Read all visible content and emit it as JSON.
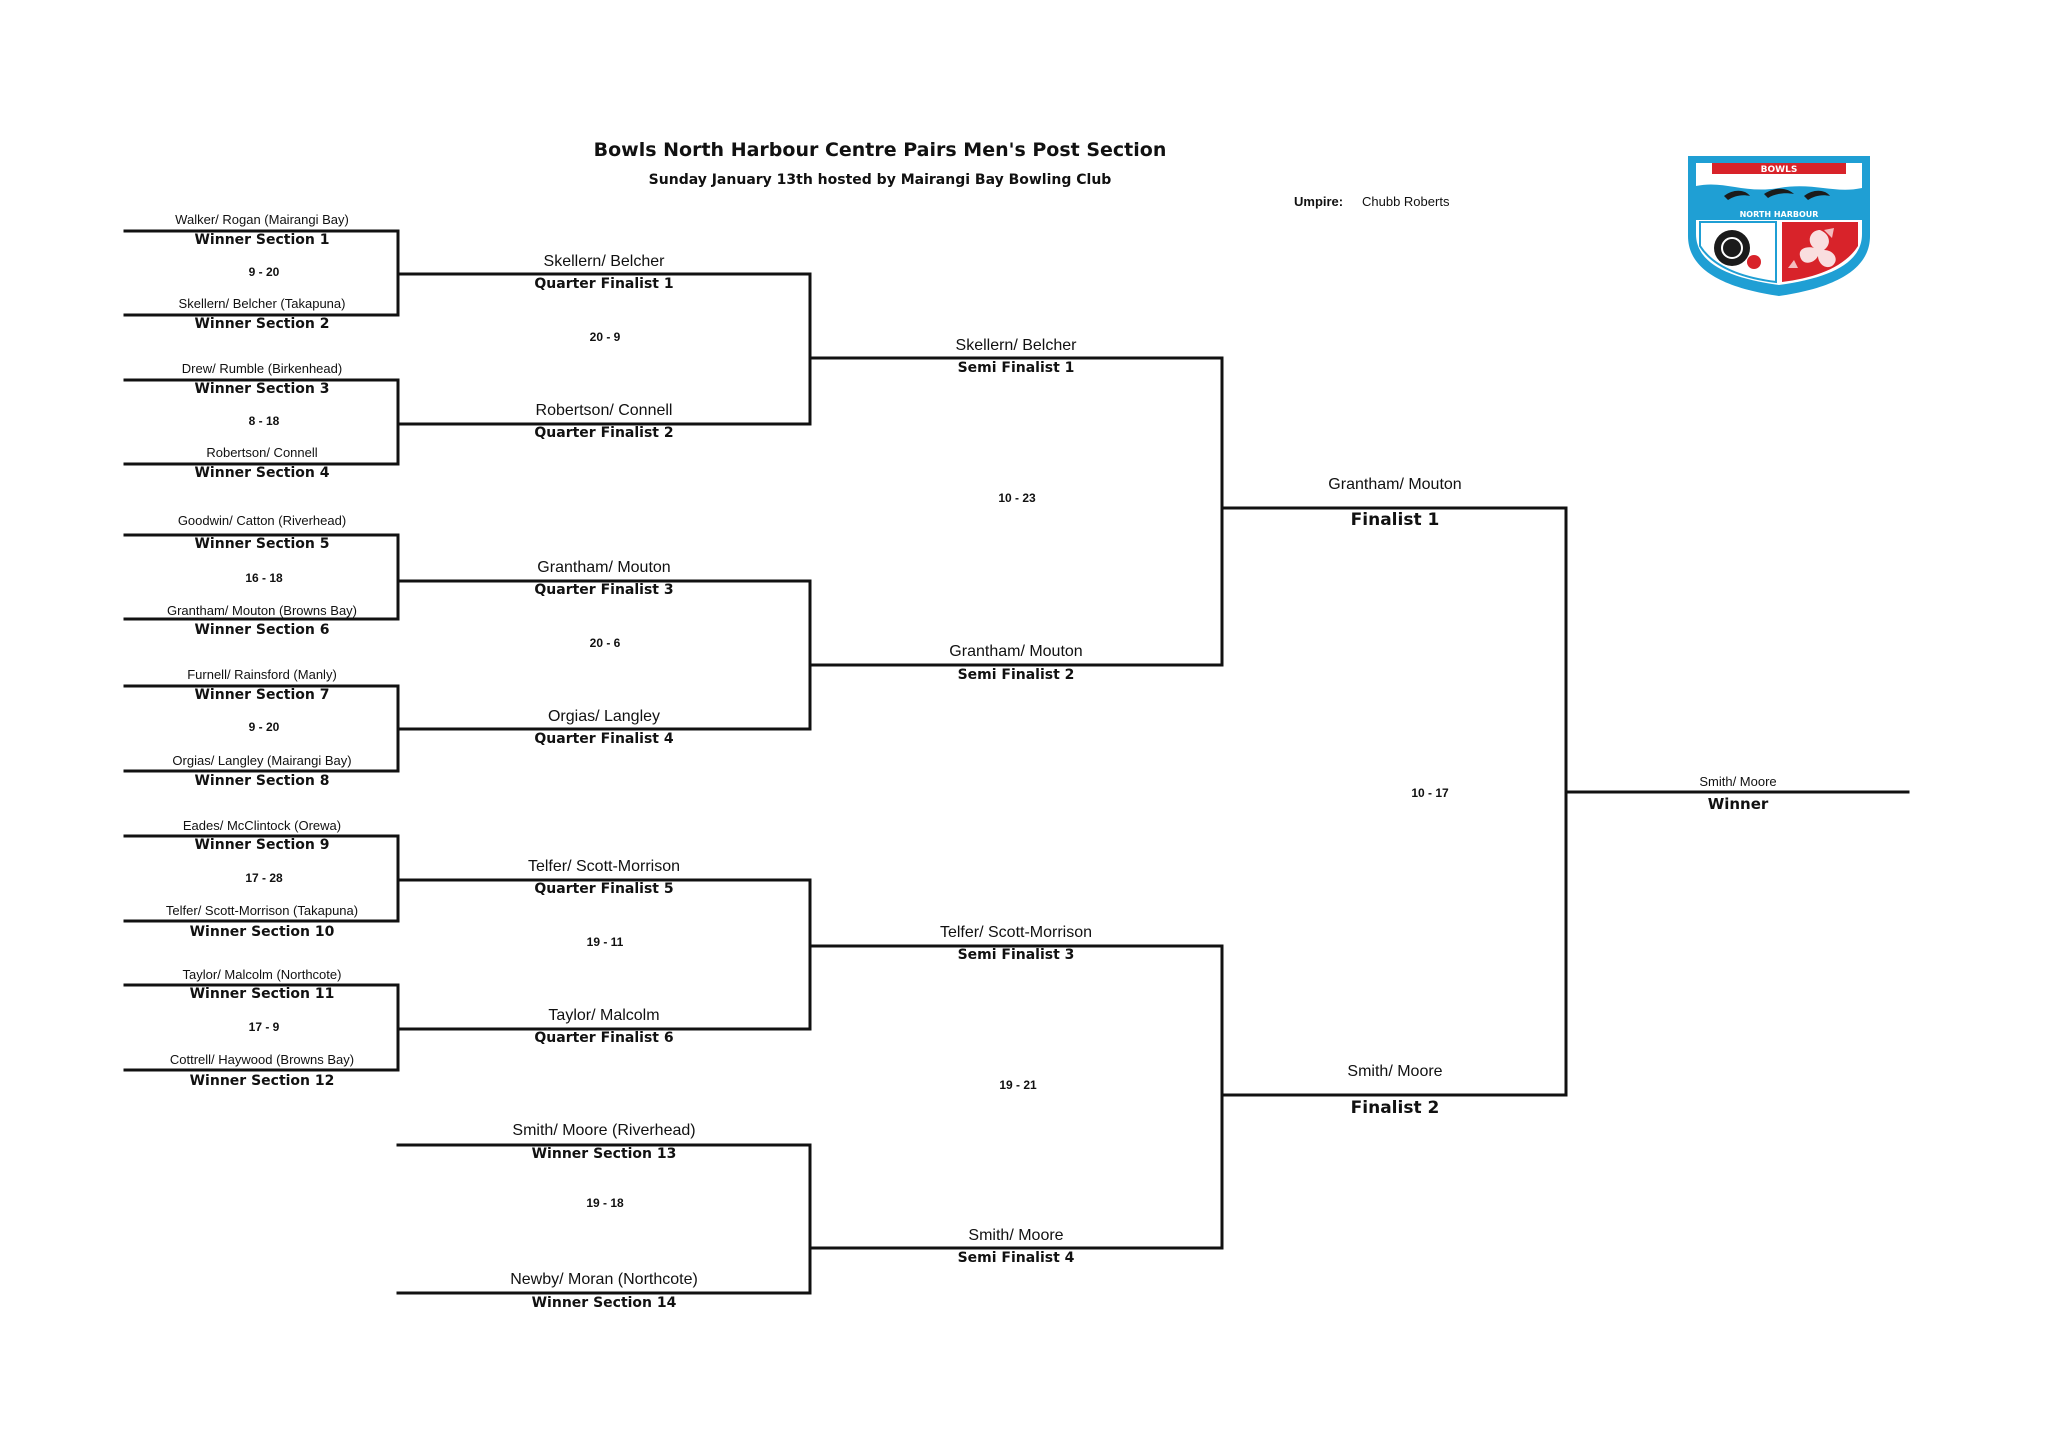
{
  "header": {
    "title": "Bowls North Harbour Centre Pairs Men's Post Section",
    "subtitle": "Sunday January 13th hosted by Mairangi Bay Bowling Club",
    "umpire_label": "Umpire:",
    "umpire_name": "Chubb Roberts"
  },
  "logo": {
    "banner": "BOWLS",
    "band": "NORTH HARBOUR",
    "colors": {
      "frame": "#1f9fd4",
      "red": "#d8232a",
      "dark": "#1b1b1b"
    }
  },
  "sections": [
    {
      "team": "Walker/ Rogan (Mairangi Bay)",
      "label": "Winner Section 1"
    },
    {
      "team": "Skellern/ Belcher (Takapuna)",
      "label": "Winner Section 2"
    },
    {
      "team": "Drew/ Rumble (Birkenhead)",
      "label": "Winner Section 3"
    },
    {
      "team": "Robertson/ Connell",
      "label": "Winner Section 4"
    },
    {
      "team": "Goodwin/ Catton (Riverhead)",
      "label": "Winner Section 5"
    },
    {
      "team": "Grantham/ Mouton (Browns Bay)",
      "label": "Winner Section 6"
    },
    {
      "team": "Furnell/ Rainsford (Manly)",
      "label": "Winner Section 7"
    },
    {
      "team": "Orgias/ Langley (Mairangi Bay)",
      "label": "Winner Section 8"
    },
    {
      "team": "Eades/ McClintock (Orewa)",
      "label": "Winner Section 9"
    },
    {
      "team": "Telfer/ Scott-Morrison (Takapuna)",
      "label": "Winner Section 10"
    },
    {
      "team": "Taylor/ Malcolm (Northcote)",
      "label": "Winner Section 11"
    },
    {
      "team": "Cottrell/ Haywood (Browns Bay)",
      "label": "Winner Section 12"
    },
    {
      "team": "Smith/ Moore (Riverhead)",
      "label": "Winner Section 13"
    },
    {
      "team": "Newby/ Moran (Northcote)",
      "label": "Winner Section 14"
    }
  ],
  "section_scores": [
    "9 - 20",
    "8 - 18",
    "16 - 18",
    "9 - 20",
    "17 - 28",
    "17 - 9",
    "19 - 18"
  ],
  "quarter_finals": [
    {
      "team": "Skellern/ Belcher",
      "label": "Quarter Finalist 1"
    },
    {
      "team": "Robertson/ Connell",
      "label": "Quarter Finalist 2"
    },
    {
      "team": "Grantham/ Mouton",
      "label": "Quarter Finalist 3"
    },
    {
      "team": "Orgias/ Langley",
      "label": "Quarter Finalist 4"
    },
    {
      "team": "Telfer/ Scott-Morrison",
      "label": "Quarter Finalist 5"
    },
    {
      "team": "Taylor/ Malcolm",
      "label": "Quarter Finalist 6"
    }
  ],
  "quarter_scores": [
    "20 - 9",
    "20 - 6",
    "19 - 11"
  ],
  "semi_finals": [
    {
      "team": "Skellern/ Belcher",
      "label": "Semi Finalist 1"
    },
    {
      "team": "Grantham/  Mouton",
      "label": "Semi Finalist 2"
    },
    {
      "team": "Telfer/ Scott-Morrison",
      "label": "Semi Finalist 3"
    },
    {
      "team": "Smith/ Moore",
      "label": "Semi Finalist 4"
    }
  ],
  "semi_scores": [
    "10 - 23",
    "19 - 21"
  ],
  "finals": [
    {
      "team": "Grantham/ Mouton",
      "label": "Finalist 1"
    },
    {
      "team": "Smith/ Moore",
      "label": "Finalist 2"
    }
  ],
  "final_score": "10 - 17",
  "winner": {
    "team": "Smith/ Moore",
    "label": "Winner"
  }
}
